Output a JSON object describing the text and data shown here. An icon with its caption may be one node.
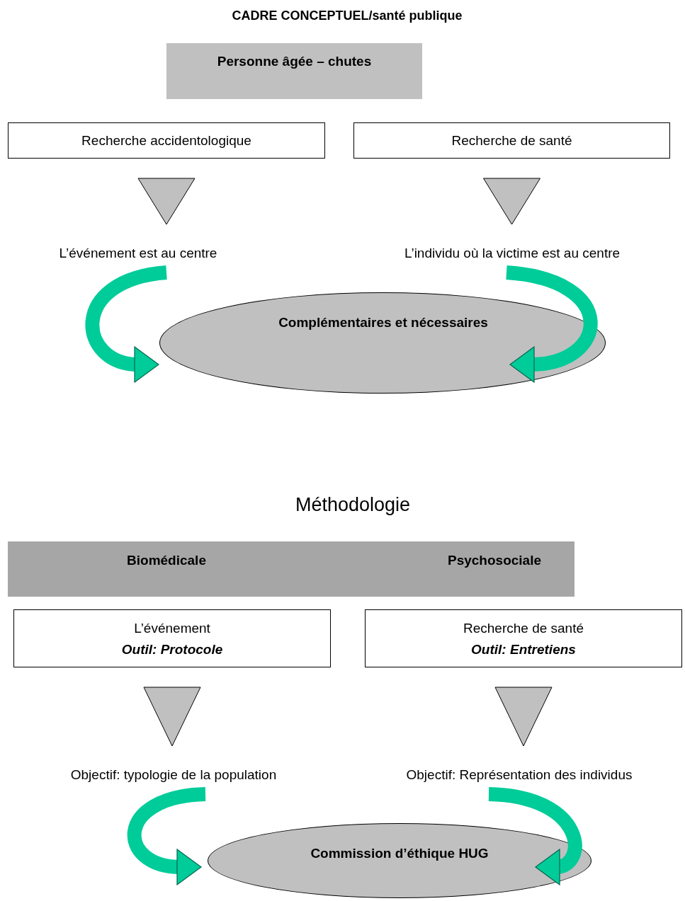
{
  "diagram": {
    "title": "CADRE CONCEPTUEL/santé publique",
    "nodes": [
      {
        "text": [
          "Personne âgée – chutes"
        ]
      },
      {
        "text": [
          "Recherche accidentologique"
        ]
      },
      {
        "text": [
          "Recherche de santé"
        ]
      },
      {
        "text": [
          "L’événement est au centre"
        ]
      },
      {
        "text": [
          "L’individu où la victime est au centre"
        ]
      },
      {
        "text": [
          "Complémentaires et nécessaires"
        ]
      },
      {
        "text": [
          "Biomédicale",
          "Psychosociale"
        ]
      },
      {
        "text": [
          "L’événement",
          "Outil: Protocole"
        ]
      },
      {
        "text": [
          "Recherche de santé",
          "Outil: Entretiens"
        ]
      },
      {
        "text": [
          "Objectif: typologie de la population"
        ]
      },
      {
        "text": [
          "Objectif: Représentation des individus"
        ]
      },
      {
        "text": [
          "Commission d’éthique HUG"
        ]
      }
    ],
    "edges": [
      {
        "from": 1,
        "to": 3,
        "arrow": "to"
      },
      {
        "from": 2,
        "to": 4,
        "arrow": "to"
      },
      {
        "from": 3,
        "to": 5,
        "arrow": "to",
        "color": "#00cc99"
      },
      {
        "from": 4,
        "to": 5,
        "arrow": "to",
        "color": "#00cc99"
      },
      {
        "from": 7,
        "to": 9,
        "arrow": "to"
      },
      {
        "from": 8,
        "to": 10,
        "arrow": "to"
      },
      {
        "from": 9,
        "to": 11,
        "arrow": "to",
        "color": "#00cc99"
      },
      {
        "from": 10,
        "to": 11,
        "arrow": "to",
        "color": "#00cc99"
      }
    ],
    "labels": [
      "Méthodologie"
    ]
  }
}
